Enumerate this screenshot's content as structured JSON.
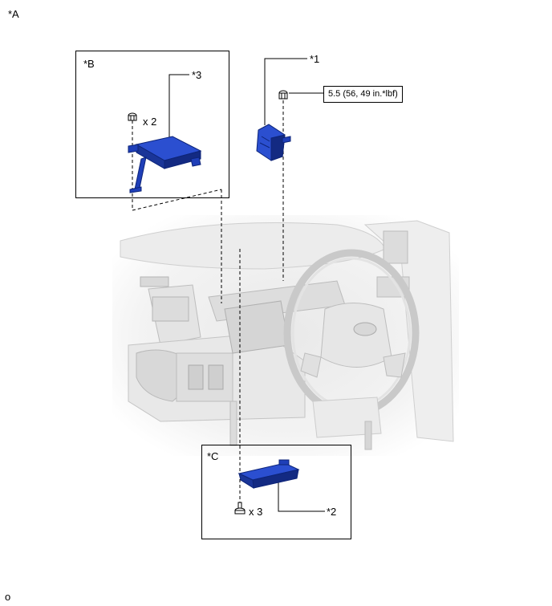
{
  "labels": {
    "view_a": "*A",
    "view_b": "*B",
    "view_c": "*C",
    "part_1": "*1",
    "part_2": "*2",
    "part_3": "*3",
    "qty_b": "x 2",
    "qty_c": "x 3",
    "torque": "5.5 (56, 49 in.*lbf)",
    "figure_mark": "o"
  },
  "colors": {
    "part_blue": "#1f3fb8",
    "part_blue_dark": "#0d2478",
    "ghost_line": "#c8c8c8"
  }
}
